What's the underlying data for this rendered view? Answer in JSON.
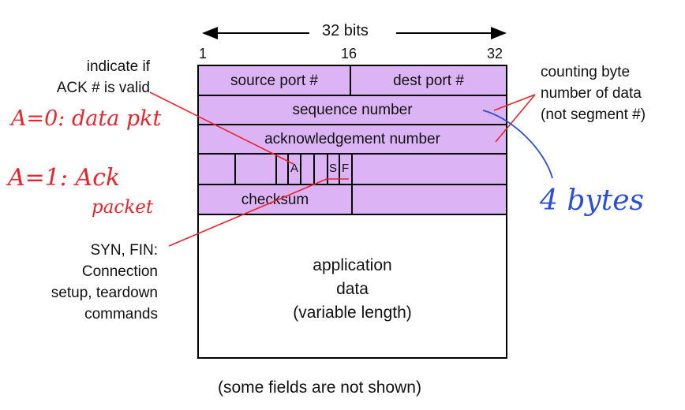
{
  "header": {
    "width_label": "32 bits",
    "bit_start": "1",
    "bit_mid": "16",
    "bit_end": "32"
  },
  "segment": {
    "source_port": "source port #",
    "dest_port": "dest port #",
    "sequence_number": "sequence number",
    "ack_number": "acknowledgement number",
    "flag_ack": "A",
    "flag_syn": "S",
    "flag_fin": "F",
    "checksum": "checksum",
    "app_data_line1": "application",
    "app_data_line2": "data",
    "app_data_line3": "(variable length)"
  },
  "annotations": {
    "ack_valid_line1": "indicate if",
    "ack_valid_line2": "ACK # is valid",
    "counting_line1": "counting byte",
    "counting_line2": "number of data",
    "counting_line3": "(not segment #)",
    "synfin_line1": "SYN, FIN:",
    "synfin_line2": "Connection",
    "synfin_line3": "setup, teardown",
    "synfin_line4": "commands",
    "footnote": "(some fields are not shown)"
  },
  "handwriting": {
    "a0_line1": "A=0: data pkt",
    "a1_line1": "A=1: Ack",
    "a1_line2": "packet",
    "four_bytes": "4 bytes"
  },
  "colors": {
    "header_fill": "#dcb4f5",
    "annotation_red": "#e8242c",
    "annotation_blue": "#2a4fd6"
  }
}
